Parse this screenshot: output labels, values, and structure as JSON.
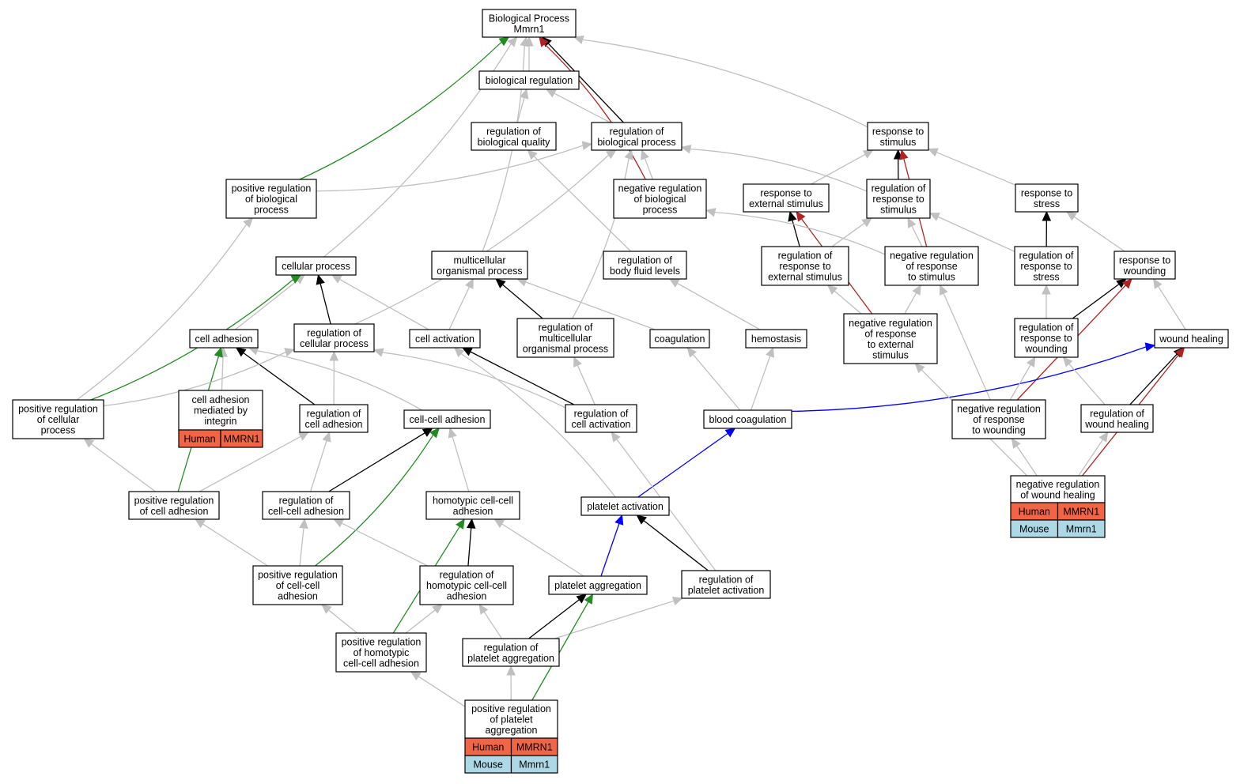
{
  "colors": {
    "is_a": "#c0c0c0",
    "part_of": "#000000",
    "positively_regulates": "#228b22",
    "negatively_regulates": "#b22222",
    "regulates": "#0000ff",
    "human_cell": "#f26446",
    "mouse_cell": "#add8e6"
  },
  "nodes": [
    {
      "id": "bp",
      "lines": [
        "Biological Process",
        "Mmrn1"
      ]
    },
    {
      "id": "biological_regulation",
      "lines": [
        "biological regulation"
      ]
    },
    {
      "id": "regulation_of_biological_quality",
      "lines": [
        "regulation of",
        "biological quality"
      ]
    },
    {
      "id": "regulation_of_biological_process",
      "lines": [
        "regulation of",
        "biological process"
      ]
    },
    {
      "id": "response_to_stimulus",
      "lines": [
        "response to",
        "stimulus"
      ]
    },
    {
      "id": "positive_regulation_of_biological_process",
      "lines": [
        "positive regulation",
        "of biological",
        "process"
      ]
    },
    {
      "id": "negative_regulation_of_biological_process",
      "lines": [
        "negative regulation",
        "of biological",
        "process"
      ]
    },
    {
      "id": "response_to_external_stimulus",
      "lines": [
        "response to",
        "external stimulus"
      ]
    },
    {
      "id": "regulation_of_response_to_stimulus",
      "lines": [
        "regulation of",
        "response to",
        "stimulus"
      ]
    },
    {
      "id": "response_to_stress",
      "lines": [
        "response to",
        "stress"
      ]
    },
    {
      "id": "cellular_process",
      "lines": [
        "cellular process"
      ]
    },
    {
      "id": "multicellular_organismal_process",
      "lines": [
        "multicellular",
        "organismal process"
      ]
    },
    {
      "id": "regulation_of_body_fluid_levels",
      "lines": [
        "regulation of",
        "body fluid levels"
      ]
    },
    {
      "id": "regulation_of_response_to_external_stimulus",
      "lines": [
        "regulation of",
        "response to",
        "external stimulus"
      ]
    },
    {
      "id": "negative_regulation_of_response_to_stimulus",
      "lines": [
        "negative regulation",
        "of response",
        "to stimulus"
      ]
    },
    {
      "id": "regulation_of_response_to_stress",
      "lines": [
        "regulation of",
        "response to",
        "stress"
      ]
    },
    {
      "id": "response_to_wounding",
      "lines": [
        "response to",
        "wounding"
      ]
    },
    {
      "id": "cell_adhesion",
      "lines": [
        "cell adhesion"
      ]
    },
    {
      "id": "regulation_of_cellular_process",
      "lines": [
        "regulation of",
        "cellular process"
      ]
    },
    {
      "id": "cell_activation",
      "lines": [
        "cell activation"
      ]
    },
    {
      "id": "regulation_of_multicellular_organismal_process",
      "lines": [
        "regulation of",
        "multicellular",
        "organismal process"
      ]
    },
    {
      "id": "coagulation",
      "lines": [
        "coagulation"
      ]
    },
    {
      "id": "hemostasis",
      "lines": [
        "hemostasis"
      ]
    },
    {
      "id": "negative_regulation_of_response_to_external_stimulus",
      "lines": [
        "negative regulation",
        "of response",
        "to external",
        "stimulus"
      ]
    },
    {
      "id": "regulation_of_response_to_wounding",
      "lines": [
        "regulation of",
        "response to",
        "wounding"
      ]
    },
    {
      "id": "wound_healing",
      "lines": [
        "wound healing"
      ]
    },
    {
      "id": "positive_regulation_of_cellular_process",
      "lines": [
        "positive regulation",
        "of cellular",
        "process"
      ]
    },
    {
      "id": "cell_adhesion_mediated_by_integrin",
      "lines": [
        "cell adhesion",
        "mediated by",
        "integrin"
      ],
      "genes": [
        [
          "Human",
          "MMRN1"
        ]
      ]
    },
    {
      "id": "regulation_of_cell_adhesion",
      "lines": [
        "regulation of",
        "cell adhesion"
      ]
    },
    {
      "id": "cell_cell_adhesion",
      "lines": [
        "cell-cell adhesion"
      ]
    },
    {
      "id": "regulation_of_cell_activation",
      "lines": [
        "regulation of",
        "cell activation"
      ]
    },
    {
      "id": "blood_coagulation",
      "lines": [
        "blood coagulation"
      ]
    },
    {
      "id": "negative_regulation_of_response_to_wounding",
      "lines": [
        "negative regulation",
        "of response",
        "to wounding"
      ]
    },
    {
      "id": "regulation_of_wound_healing",
      "lines": [
        "regulation of",
        "wound healing"
      ]
    },
    {
      "id": "negative_regulation_of_wound_healing",
      "lines": [
        "negative regulation",
        "of wound healing"
      ],
      "genes": [
        [
          "Human",
          "MMRN1"
        ],
        [
          "Mouse",
          "Mmrn1"
        ]
      ]
    },
    {
      "id": "positive_regulation_of_cell_adhesion",
      "lines": [
        "positive regulation",
        "of cell adhesion"
      ]
    },
    {
      "id": "regulation_of_cell_cell_adhesion",
      "lines": [
        "regulation of",
        "cell-cell adhesion"
      ]
    },
    {
      "id": "homotypic_cell_cell_adhesion",
      "lines": [
        "homotypic cell-cell",
        "adhesion"
      ]
    },
    {
      "id": "platelet_activation",
      "lines": [
        "platelet activation"
      ]
    },
    {
      "id": "positive_regulation_of_cell_cell_adhesion",
      "lines": [
        "positive regulation",
        "of cell-cell",
        "adhesion"
      ]
    },
    {
      "id": "regulation_of_homotypic_cell_cell_adhesion",
      "lines": [
        "regulation of",
        "homotypic cell-cell",
        "adhesion"
      ]
    },
    {
      "id": "platelet_aggregation",
      "lines": [
        "platelet aggregation"
      ]
    },
    {
      "id": "regulation_of_platelet_activation",
      "lines": [
        "regulation of",
        "platelet activation"
      ]
    },
    {
      "id": "positive_regulation_of_homotypic_cell_cell_adhesion",
      "lines": [
        "positive regulation",
        "of homotypic",
        "cell-cell adhesion"
      ]
    },
    {
      "id": "regulation_of_platelet_aggregation",
      "lines": [
        "regulation of",
        "platelet aggregation"
      ]
    },
    {
      "id": "positive_regulation_of_platelet_aggregation",
      "lines": [
        "positive regulation",
        "of platelet",
        "aggregation"
      ],
      "genes": [
        [
          "Human",
          "MMRN1"
        ],
        [
          "Mouse",
          "Mmrn1"
        ]
      ]
    }
  ],
  "edges": [
    {
      "from": "biological_regulation",
      "to": "bp",
      "type": "is_a"
    },
    {
      "from": "regulation_of_biological_process",
      "to": "bp",
      "type": "part_of"
    },
    {
      "from": "negative_regulation_of_biological_process",
      "to": "bp",
      "type": "negatively_regulates"
    },
    {
      "from": "positive_regulation_of_biological_process",
      "to": "bp",
      "type": "positively_regulates"
    },
    {
      "from": "response_to_stimulus",
      "to": "bp",
      "type": "is_a"
    },
    {
      "from": "cellular_process",
      "to": "bp",
      "type": "is_a"
    },
    {
      "from": "multicellular_organismal_process",
      "to": "bp",
      "type": "is_a"
    },
    {
      "from": "regulation_of_biological_quality",
      "to": "biological_regulation",
      "type": "is_a"
    },
    {
      "from": "regulation_of_biological_process",
      "to": "biological_regulation",
      "type": "is_a"
    },
    {
      "from": "positive_regulation_of_biological_process",
      "to": "regulation_of_biological_process",
      "type": "is_a"
    },
    {
      "from": "negative_regulation_of_biological_process",
      "to": "regulation_of_biological_process",
      "type": "is_a"
    },
    {
      "from": "regulation_of_response_to_stimulus",
      "to": "regulation_of_biological_process",
      "type": "is_a"
    },
    {
      "from": "regulation_of_cellular_process",
      "to": "regulation_of_biological_process",
      "type": "is_a"
    },
    {
      "from": "regulation_of_multicellular_organismal_process",
      "to": "regulation_of_biological_process",
      "type": "is_a"
    },
    {
      "from": "regulation_of_body_fluid_levels",
      "to": "regulation_of_biological_quality",
      "type": "is_a"
    },
    {
      "from": "response_to_external_stimulus",
      "to": "response_to_stimulus",
      "type": "is_a"
    },
    {
      "from": "regulation_of_response_to_stimulus",
      "to": "response_to_stimulus",
      "type": "part_of"
    },
    {
      "from": "negative_regulation_of_response_to_stimulus",
      "to": "response_to_stimulus",
      "type": "negatively_regulates"
    },
    {
      "from": "response_to_stress",
      "to": "response_to_stimulus",
      "type": "is_a"
    },
    {
      "from": "regulation_of_response_to_external_stimulus",
      "to": "response_to_external_stimulus",
      "type": "part_of"
    },
    {
      "from": "negative_regulation_of_response_to_external_stimulus",
      "to": "response_to_external_stimulus",
      "type": "negatively_regulates"
    },
    {
      "from": "regulation_of_response_to_external_stimulus",
      "to": "regulation_of_response_to_stimulus",
      "type": "is_a"
    },
    {
      "from": "negative_regulation_of_response_to_stimulus",
      "to": "regulation_of_response_to_stimulus",
      "type": "is_a"
    },
    {
      "from": "regulation_of_response_to_stress",
      "to": "regulation_of_response_to_stimulus",
      "type": "is_a"
    },
    {
      "from": "regulation_of_response_to_stress",
      "to": "response_to_stress",
      "type": "part_of"
    },
    {
      "from": "response_to_wounding",
      "to": "response_to_stress",
      "type": "is_a"
    },
    {
      "from": "negative_regulation_of_response_to_stimulus",
      "to": "negative_regulation_of_biological_process",
      "type": "is_a"
    },
    {
      "from": "positive_regulation_of_cellular_process",
      "to": "positive_regulation_of_biological_process",
      "type": "is_a"
    },
    {
      "from": "cell_adhesion",
      "to": "cellular_process",
      "type": "is_a"
    },
    {
      "from": "regulation_of_cellular_process",
      "to": "cellular_process",
      "type": "part_of"
    },
    {
      "from": "cell_activation",
      "to": "cellular_process",
      "type": "is_a"
    },
    {
      "from": "positive_regulation_of_cellular_process",
      "to": "cellular_process",
      "type": "positively_regulates"
    },
    {
      "from": "cell_activation",
      "to": "multicellular_organismal_process",
      "type": "is_a"
    },
    {
      "from": "regulation_of_multicellular_organismal_process",
      "to": "multicellular_organismal_process",
      "type": "part_of"
    },
    {
      "from": "coagulation",
      "to": "multicellular_organismal_process",
      "type": "is_a"
    },
    {
      "from": "hemostasis",
      "to": "regulation_of_body_fluid_levels",
      "type": "is_a"
    },
    {
      "from": "negative_regulation_of_response_to_external_stimulus",
      "to": "regulation_of_response_to_external_stimulus",
      "type": "is_a"
    },
    {
      "from": "negative_regulation_of_response_to_external_stimulus",
      "to": "negative_regulation_of_response_to_stimulus",
      "type": "is_a"
    },
    {
      "from": "negative_regulation_of_response_to_wounding",
      "to": "negative_regulation_of_response_to_stimulus",
      "type": "is_a"
    },
    {
      "from": "regulation_of_response_to_wounding",
      "to": "regulation_of_response_to_stress",
      "type": "is_a"
    },
    {
      "from": "regulation_of_response_to_wounding",
      "to": "response_to_wounding",
      "type": "part_of"
    },
    {
      "from": "negative_regulation_of_response_to_wounding",
      "to": "response_to_wounding",
      "type": "negatively_regulates"
    },
    {
      "from": "wound_healing",
      "to": "response_to_wounding",
      "type": "is_a"
    },
    {
      "from": "cell_adhesion_mediated_by_integrin",
      "to": "cell_adhesion",
      "type": "is_a"
    },
    {
      "from": "regulation_of_cell_adhesion",
      "to": "cell_adhesion",
      "type": "part_of"
    },
    {
      "from": "cell_cell_adhesion",
      "to": "cell_adhesion",
      "type": "is_a"
    },
    {
      "from": "positive_regulation_of_cell_adhesion",
      "to": "cell_adhesion",
      "type": "positively_regulates"
    },
    {
      "from": "regulation_of_cell_adhesion",
      "to": "regulation_of_cellular_process",
      "type": "is_a"
    },
    {
      "from": "regulation_of_cell_activation",
      "to": "regulation_of_cellular_process",
      "type": "is_a"
    },
    {
      "from": "positive_regulation_of_cellular_process",
      "to": "regulation_of_cellular_process",
      "type": "is_a"
    },
    {
      "from": "regulation_of_cell_activation",
      "to": "cell_activation",
      "type": "part_of"
    },
    {
      "from": "platelet_activation",
      "to": "cell_activation",
      "type": "is_a"
    },
    {
      "from": "regulation_of_cell_activation",
      "to": "regulation_of_multicellular_organismal_process",
      "type": "is_a"
    },
    {
      "from": "blood_coagulation",
      "to": "coagulation",
      "type": "is_a"
    },
    {
      "from": "blood_coagulation",
      "to": "hemostasis",
      "type": "is_a"
    },
    {
      "from": "blood_coagulation",
      "to": "wound_healing",
      "type": "regulates"
    },
    {
      "from": "negative_regulation_of_response_to_wounding",
      "to": "regulation_of_response_to_wounding",
      "type": "is_a"
    },
    {
      "from": "regulation_of_wound_healing",
      "to": "regulation_of_response_to_wounding",
      "type": "is_a"
    },
    {
      "from": "regulation_of_wound_healing",
      "to": "wound_healing",
      "type": "part_of"
    },
    {
      "from": "negative_regulation_of_wound_healing",
      "to": "wound_healing",
      "type": "negatively_regulates"
    },
    {
      "from": "negative_regulation_of_wound_healing",
      "to": "negative_regulation_of_response_to_wounding",
      "type": "is_a"
    },
    {
      "from": "negative_regulation_of_wound_healing",
      "to": "regulation_of_wound_healing",
      "type": "is_a"
    },
    {
      "from": "negative_regulation_of_wound_healing",
      "to": "negative_regulation_of_response_to_external_stimulus",
      "type": "is_a"
    },
    {
      "from": "positive_regulation_of_cell_adhesion",
      "to": "positive_regulation_of_cellular_process",
      "type": "is_a"
    },
    {
      "from": "positive_regulation_of_cell_adhesion",
      "to": "regulation_of_cell_adhesion",
      "type": "is_a"
    },
    {
      "from": "regulation_of_cell_cell_adhesion",
      "to": "regulation_of_cell_adhesion",
      "type": "is_a"
    },
    {
      "from": "regulation_of_cell_cell_adhesion",
      "to": "cell_cell_adhesion",
      "type": "part_of"
    },
    {
      "from": "positive_regulation_of_cell_cell_adhesion",
      "to": "cell_cell_adhesion",
      "type": "positively_regulates"
    },
    {
      "from": "homotypic_cell_cell_adhesion",
      "to": "cell_cell_adhesion",
      "type": "is_a"
    },
    {
      "from": "platelet_activation",
      "to": "blood_coagulation",
      "type": "regulates"
    },
    {
      "from": "positive_regulation_of_cell_cell_adhesion",
      "to": "positive_regulation_of_cell_adhesion",
      "type": "is_a"
    },
    {
      "from": "positive_regulation_of_cell_cell_adhesion",
      "to": "regulation_of_cell_cell_adhesion",
      "type": "is_a"
    },
    {
      "from": "regulation_of_homotypic_cell_cell_adhesion",
      "to": "regulation_of_cell_cell_adhesion",
      "type": "is_a"
    },
    {
      "from": "regulation_of_homotypic_cell_cell_adhesion",
      "to": "homotypic_cell_cell_adhesion",
      "type": "part_of"
    },
    {
      "from": "positive_regulation_of_homotypic_cell_cell_adhesion",
      "to": "homotypic_cell_cell_adhesion",
      "type": "positively_regulates"
    },
    {
      "from": "platelet_aggregation",
      "to": "homotypic_cell_cell_adhesion",
      "type": "is_a"
    },
    {
      "from": "platelet_aggregation",
      "to": "platelet_activation",
      "type": "regulates"
    },
    {
      "from": "regulation_of_platelet_activation",
      "to": "platelet_activation",
      "type": "part_of"
    },
    {
      "from": "regulation_of_platelet_activation",
      "to": "regulation_of_cell_activation",
      "type": "is_a"
    },
    {
      "from": "positive_regulation_of_homotypic_cell_cell_adhesion",
      "to": "positive_regulation_of_cell_cell_adhesion",
      "type": "is_a"
    },
    {
      "from": "positive_regulation_of_homotypic_cell_cell_adhesion",
      "to": "regulation_of_homotypic_cell_cell_adhesion",
      "type": "is_a"
    },
    {
      "from": "regulation_of_platelet_aggregation",
      "to": "regulation_of_homotypic_cell_cell_adhesion",
      "type": "is_a"
    },
    {
      "from": "regulation_of_platelet_aggregation",
      "to": "platelet_aggregation",
      "type": "part_of"
    },
    {
      "from": "regulation_of_platelet_aggregation",
      "to": "regulation_of_platelet_activation",
      "type": "is_a"
    },
    {
      "from": "positive_regulation_of_platelet_aggregation",
      "to": "regulation_of_platelet_aggregation",
      "type": "is_a"
    },
    {
      "from": "positive_regulation_of_platelet_aggregation",
      "to": "platelet_aggregation",
      "type": "positively_regulates"
    },
    {
      "from": "positive_regulation_of_platelet_aggregation",
      "to": "positive_regulation_of_homotypic_cell_cell_adhesion",
      "type": "is_a"
    }
  ]
}
